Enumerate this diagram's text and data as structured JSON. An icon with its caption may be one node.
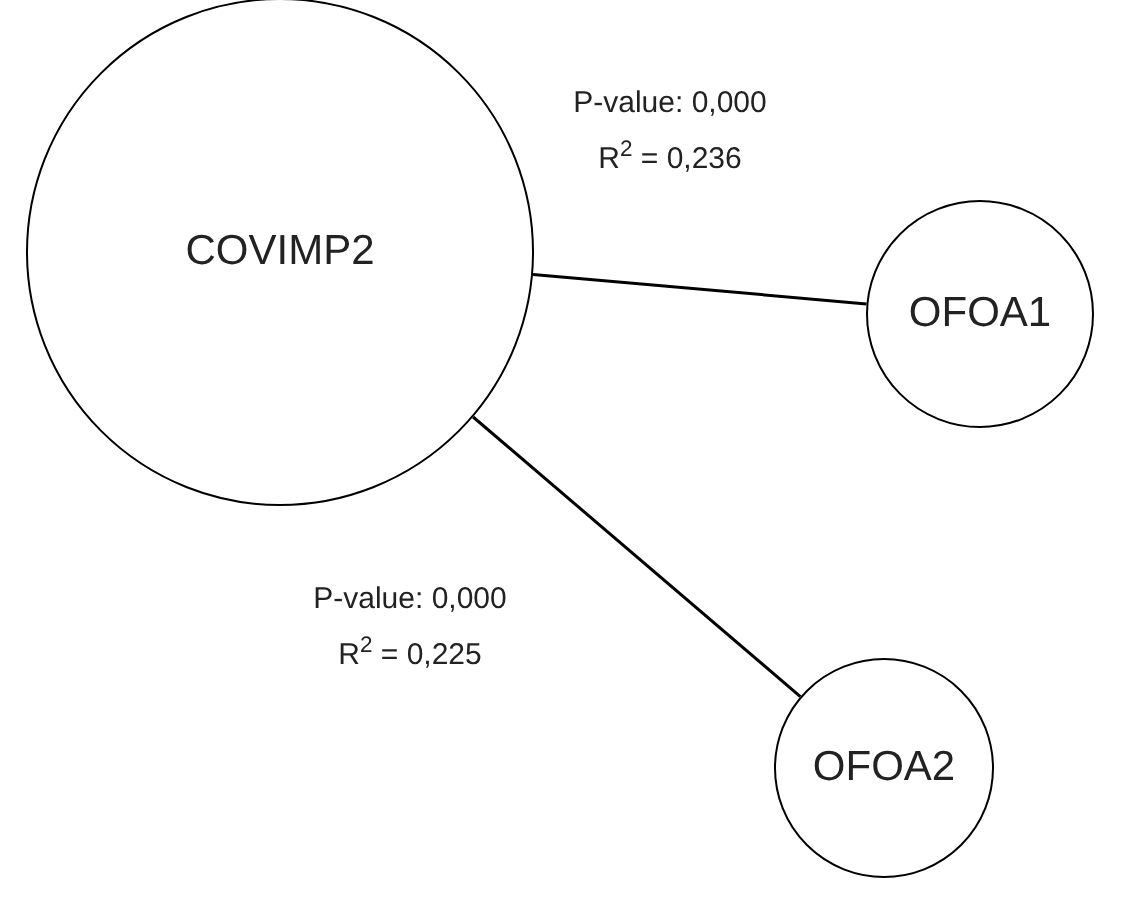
{
  "diagram": {
    "nodes": [
      {
        "text": [
          "COVIMP2"
        ]
      },
      {
        "text": [
          "OFOA1"
        ]
      },
      {
        "text": [
          "OFOA2"
        ]
      }
    ],
    "edges": [
      {
        "from": 0,
        "to": 1,
        "arrow": "none",
        "label": "P-value: 0,000 R$^{2}$ = 0,236"
      },
      {
        "from": 0,
        "to": 2,
        "arrow": "none",
        "label": "P-value: 0,000 R$^{2}$ = 0,225"
      }
    ]
  }
}
